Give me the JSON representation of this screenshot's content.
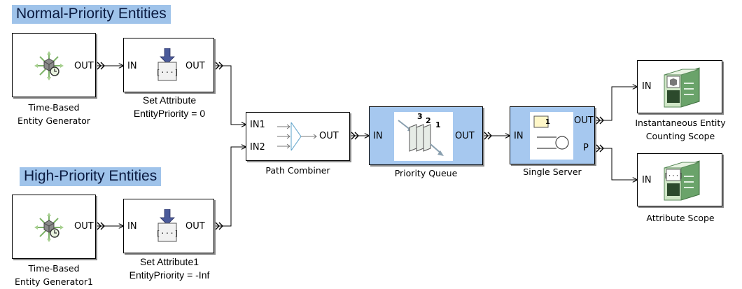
{
  "areas": {
    "normal": "Normal-Priority Entities",
    "high": "High-Priority Entities"
  },
  "ports": {
    "out": "OUT",
    "in": "IN",
    "in1": "IN1",
    "in2": "IN2",
    "p": "P"
  },
  "blocks": {
    "gen1": {
      "line1": "Time-Based",
      "line2": "Entity Generator"
    },
    "gen2": {
      "line1": "Time-Based",
      "line2": "Entity Generator1"
    },
    "setattr1": {
      "name": "Set Attribute",
      "param": "EntityPriority = 0"
    },
    "setattr2": {
      "name": "Set Attribute1",
      "param": "EntityPriority = -Inf"
    },
    "combiner": {
      "name": "Path Combiner"
    },
    "queue": {
      "name": "Priority Queue",
      "rank3": "3",
      "rank2": "2",
      "rank1": "1"
    },
    "server": {
      "name": "Single Server",
      "count": "1"
    },
    "scope1": {
      "line1": "Instantaneous Entity",
      "line2": "Counting Scope"
    },
    "scope2": {
      "name": "Attribute Scope"
    }
  },
  "colors": {
    "highlight": "#a6c8ef",
    "area_label": "#9fc3ea",
    "line": "#000000"
  },
  "icons": [
    "entity-generator-icon",
    "set-attribute-icon",
    "path-combiner-icon",
    "priority-queue-icon",
    "server-icon",
    "counting-scope-icon",
    "attribute-scope-icon"
  ]
}
